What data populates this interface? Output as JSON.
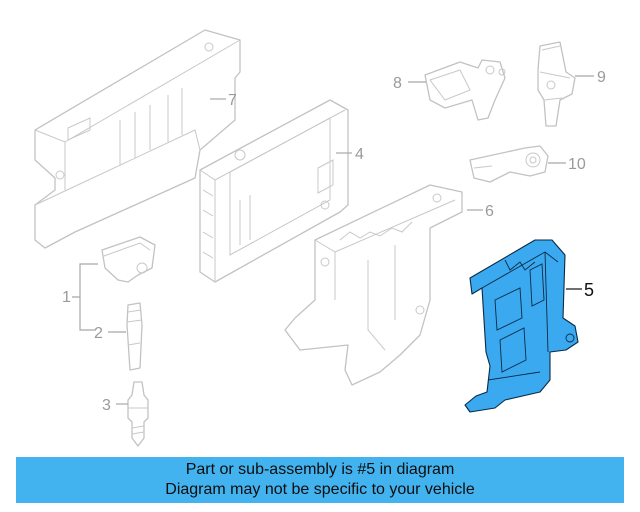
{
  "callouts": {
    "c1": "1",
    "c2": "2",
    "c3": "3",
    "c4": "4",
    "c5": "5",
    "c6": "6",
    "c7": "7",
    "c8": "8",
    "c9": "9",
    "c10": "10"
  },
  "highlight_color": "#3aa9f0",
  "banner": {
    "line1": "Part or sub-assembly is #5 in diagram",
    "line2": "Diagram may not be specific to your vehicle",
    "background": "#43b3f0"
  }
}
